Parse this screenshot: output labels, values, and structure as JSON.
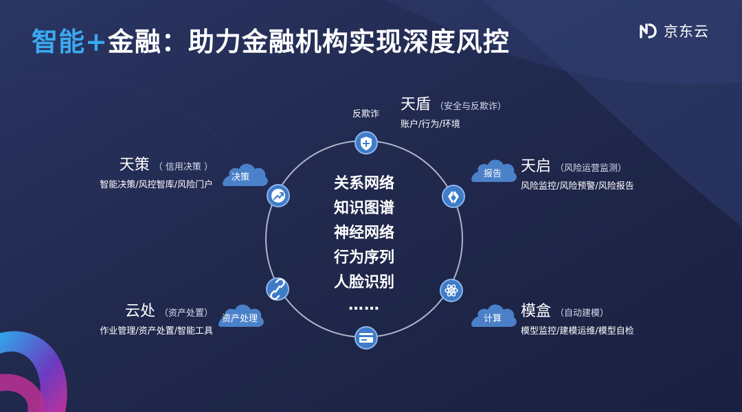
{
  "title": {
    "highlight": "智能+",
    "rest": "金融：助力金融机构实现深度风控"
  },
  "logo": {
    "text": "京东云"
  },
  "center": {
    "items": [
      "关系网络",
      "知识图谱",
      "神经网络",
      "行为序列",
      "人脸识别"
    ],
    "ellipsis": "……"
  },
  "top_node_label": "反欺诈",
  "modules": {
    "tiandun": {
      "name": "天盾",
      "sub": "（安全与反欺诈）",
      "desc": "账户/行为/环境"
    },
    "tiance": {
      "name": "天策",
      "sub": "（ 信用决策 ）",
      "desc": "智能决策/风控智库/风险门户",
      "cloud": "决策"
    },
    "tianqi": {
      "name": "天启",
      "sub": "（风险运营监测）",
      "desc": "风险监控/风险预警/风险报告",
      "cloud": "报告"
    },
    "yunchu": {
      "name": "云处",
      "sub": "（资产处置）",
      "desc": "作业管理/资产处置/智能工具",
      "cloud": "资产处理"
    },
    "mohe": {
      "name": "模盒",
      "sub": "（自动建模）",
      "desc": "模型监控/建模运维/模型自检",
      "cloud": "计算"
    }
  },
  "colors": {
    "accent": "#3aa8f0",
    "node": "#3f7cc8",
    "background": "#1f2647"
  },
  "icons": [
    "shield-icon",
    "trend-up-icon",
    "diamond-icon",
    "link-icon",
    "atom-icon",
    "card-icon",
    "jd-cloud-logo-icon",
    "cloud-icon"
  ]
}
